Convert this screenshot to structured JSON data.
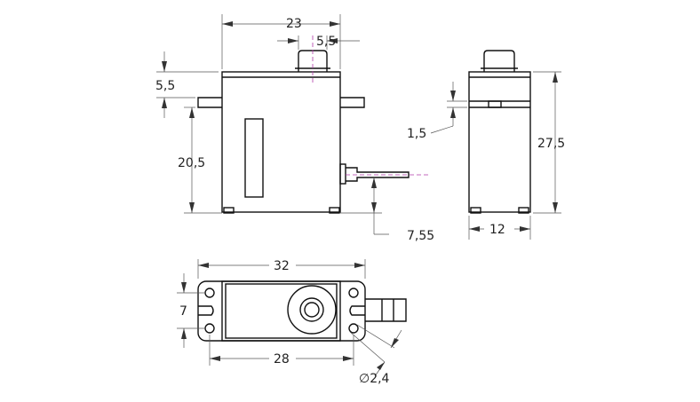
{
  "dimensions": {
    "width_front": "23",
    "horn_width": "5,5",
    "horn_height": "5,5",
    "body_height": "20,5",
    "cable_height": "7,55",
    "flange_thickness": "1,5",
    "total_height": "27,5",
    "depth": "12",
    "flange_length": "32",
    "flange_width": "7",
    "hole_spacing": "28",
    "hole_diameter": "∅2,4"
  },
  "colors": {
    "line": "#111111",
    "dimension_line": "#555555",
    "centerline": "#b03aa8"
  }
}
